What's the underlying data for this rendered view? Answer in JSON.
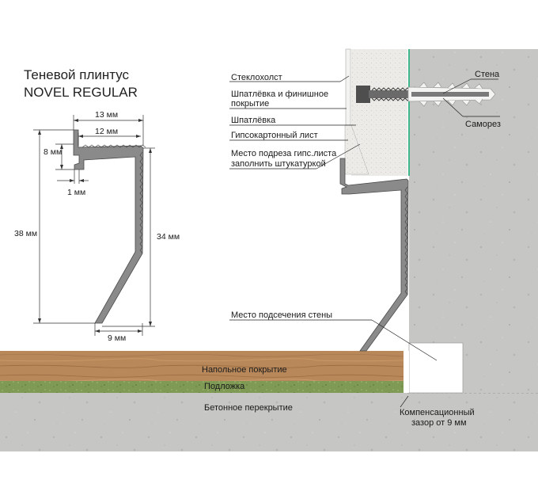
{
  "title": {
    "line1": "Теневой плинтус",
    "line2": "NOVEL REGULAR"
  },
  "dimensions": {
    "d13": "13 мм",
    "d12": "12 мм",
    "d8": "8 мм",
    "d1": "1 мм",
    "d38": "38 мм",
    "d34": "34 мм",
    "d9": "9 мм"
  },
  "labels": {
    "steklo": "Стеклохолст",
    "shpat_fin_1": "Шпатлёвка и финишное",
    "shpat_fin_2": "покрытие",
    "shpat": "Шпатлёвка",
    "gkl": "Гипсокартонный лист",
    "podrez_1": "Место подреза гипс.листа",
    "podrez_2": "заполнить штукатуркой",
    "stena": "Стена",
    "samorez": "Саморез",
    "podsech": "Место подсечения стены",
    "napol": "Напольное покрытие",
    "podlozh": "Подложка",
    "beton": "Бетонное перекрытие",
    "komp_1": "Компенсационный",
    "komp_2": "зазор  от 9 мм"
  },
  "colors": {
    "concrete": "#c6c6c4",
    "wood": "#b8885a",
    "underlay": "#7f9a55",
    "glass_line": "#3fb58a",
    "profile": "#8a8a8a"
  }
}
